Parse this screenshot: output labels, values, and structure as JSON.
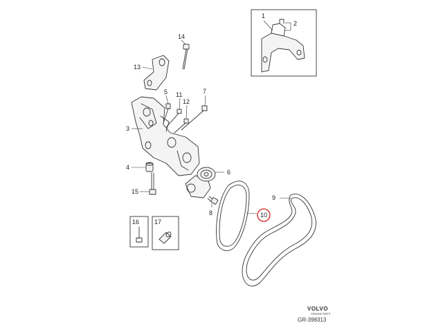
{
  "callouts": {
    "c1": "1",
    "c2": "2",
    "c3": "3",
    "c4": "4",
    "c5": "5",
    "c6": "6",
    "c7": "7",
    "c8": "8",
    "c9": "9",
    "c10": "10",
    "c11": "11",
    "c12": "12",
    "c13": "13",
    "c14": "14",
    "c15": "15",
    "c16": "16",
    "c17": "17"
  },
  "highlight_color": "#d62020",
  "logo": {
    "brand": "VOLVO",
    "tagline": "GENUINE PARTS"
  },
  "reference": "GR-398313"
}
